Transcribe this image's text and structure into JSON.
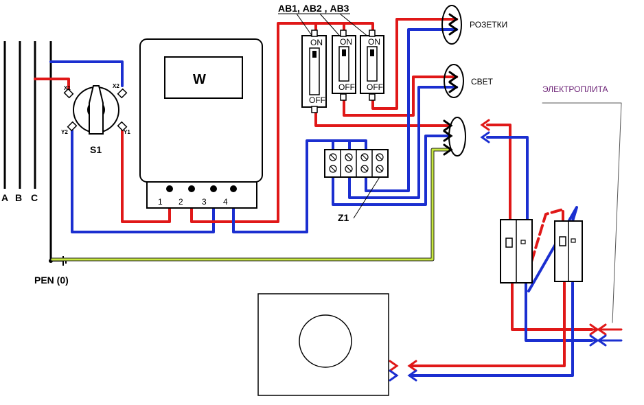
{
  "phases": [
    "A",
    "B",
    "C"
  ],
  "pen_label": "PEN (0)",
  "switch": {
    "name": "S1",
    "terminals": [
      "X1",
      "X2",
      "Y2",
      "Y1"
    ]
  },
  "meter": {
    "symbol": "W",
    "terminals": [
      "1",
      "2",
      "3",
      "4"
    ]
  },
  "breakers": {
    "group_label": "АВ1, АВ2 , АВ3",
    "on_label": "ON",
    "off_label": "OFF"
  },
  "terminal_block": {
    "name": "Z1"
  },
  "loads": {
    "sockets": "РОЗЕТКИ",
    "light": "СВЕТ",
    "stove": "ЭЛЕКТРОПЛИТА"
  },
  "colors": {
    "phase": "#e01818",
    "neutral": "#1b2fd0",
    "ground": "#c8e840",
    "outline": "#000000"
  }
}
